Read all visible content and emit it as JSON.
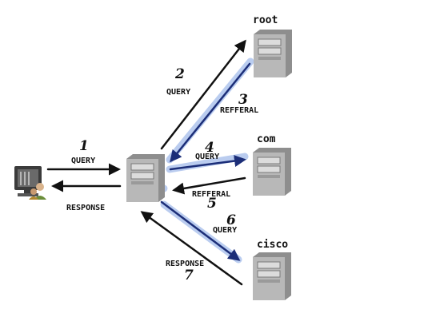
{
  "servers": {
    "root": {
      "name": "root"
    },
    "com": {
      "name": "com"
    },
    "cisco": {
      "name": "cisco"
    }
  },
  "steps": [
    {
      "number": "1",
      "label": "QUERY"
    },
    {
      "number": "2",
      "label": "QUERY"
    },
    {
      "number": "3",
      "label": "REFFERAL"
    },
    {
      "number": "4",
      "label": "QUERY"
    },
    {
      "number": "5",
      "label": "REFFERAL"
    },
    {
      "number": "6",
      "label": "QUERY"
    },
    {
      "number": "7",
      "label": "RESPONSE"
    }
  ],
  "client_response_label": "RESPONSE",
  "colors": {
    "server_body": "#b4b4b4",
    "arrow_dark": "#111111",
    "arrow_blue": "#1c2e78",
    "highlight": "#a9c0ec"
  },
  "icons": {
    "client": "user-computer-icon",
    "resolver": "server-icon",
    "root": "server-icon",
    "com": "server-icon",
    "cisco": "server-icon"
  }
}
